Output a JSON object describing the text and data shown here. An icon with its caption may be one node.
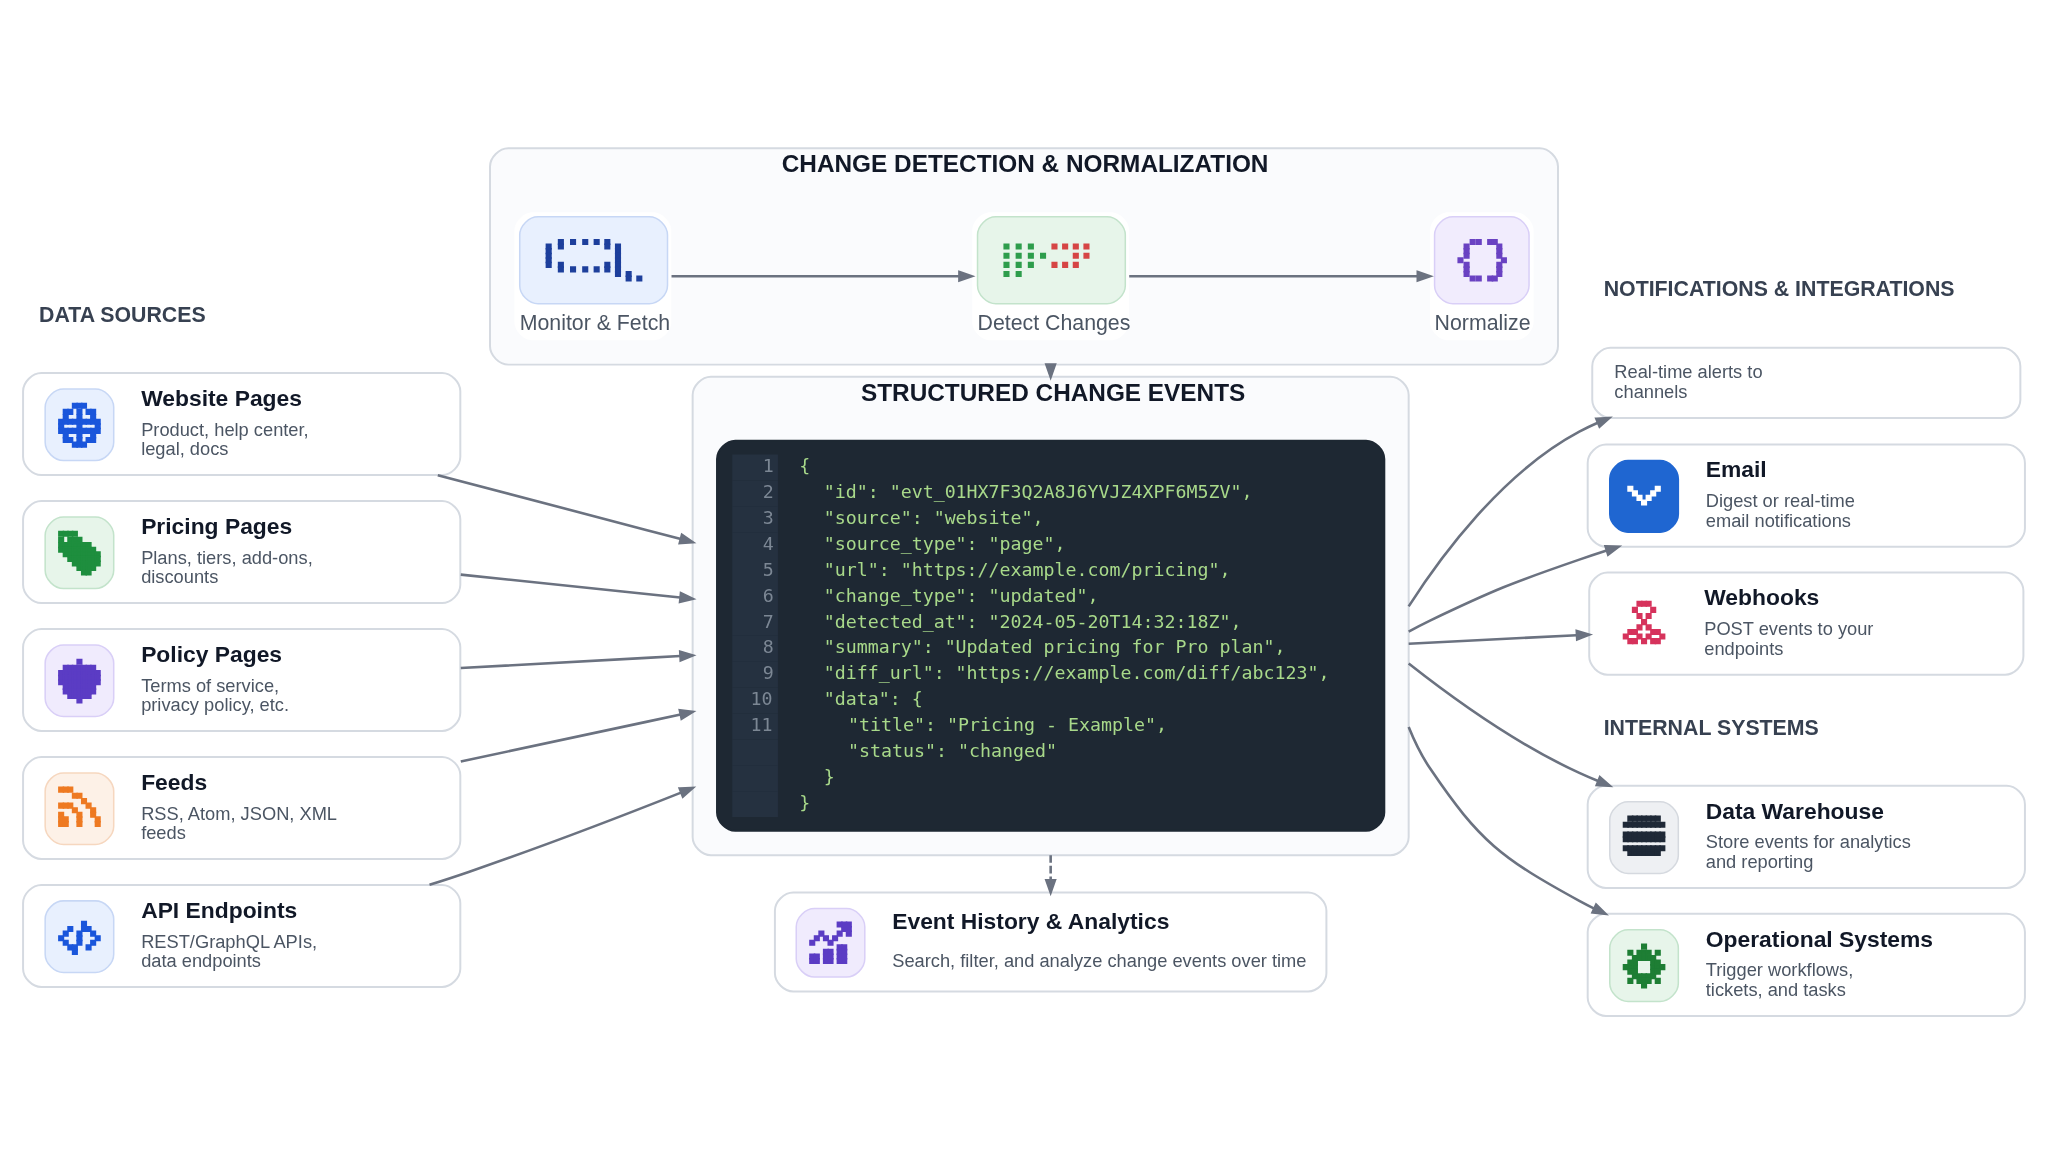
{
  "diagram": {
    "nodes": [
      {
        "text": [
          "Website Pages",
          "Product, help center, legal, docs"
        ]
      },
      {
        "text": [
          "Pricing Pages",
          "Plans, tiers, add-ons, discounts"
        ]
      },
      {
        "text": [
          "Policy Pages",
          "Terms of service, privacy policy, etc."
        ]
      },
      {
        "text": [
          "Feeds",
          "RSS, Atom, JSON, XML feeds"
        ]
      },
      {
        "text": [
          "API Endpoints",
          "REST/GraphQL APIs, data endpoints"
        ]
      },
      {
        "text": [
          "CHANGE DETECTION & NORMALIZATION"
        ]
      },
      {
        "text": [
          "Monitor & Fetch"
        ],
        "in": 5
      },
      {
        "text": [
          "Detect Changes"
        ],
        "in": 5
      },
      {
        "text": [
          "Normalize"
        ],
        "in": 5
      },
      {
        "text": [
          "STRUCTURED CHANGE EVENTS"
        ]
      },
      {
        "text": [
          "1 2 3 4 5 6 7 8 9 10 11",
          "{",
          "\"id\": \"evt_01HX7F3Q2A8J6YVJZ4XPF6M5ZV\",",
          "\"source\": \"website\",",
          "\"source_type\": \"page\",",
          "\"url\": \"https://example.com/pricing\",",
          "\"change_type\": \"updated\",",
          "\"detected_at\": \"2024-05-20T14:32:18Z\",",
          "\"summary\": \"Updated pricing for Pro plan\",",
          "\"diff_url\": \"https://example.com/diff/abc123\",",
          "\"data\": {",
          "\"title\": \"Pricing - Example\",",
          "\"status\": \"changed\"",
          "}",
          "}"
        ],
        "in": 9
      },
      {
        "text": [
          "Event History & Analytics",
          "Search, filter, and analyze change events over time"
        ]
      },
      {
        "text": [
          "Real-time alerts to channels"
        ]
      },
      {
        "text": [
          "Email",
          "Digest or real-time email notifications"
        ]
      },
      {
        "text": [
          "Webhooks",
          "POST events to your endpoints"
        ]
      },
      {
        "text": [
          "Data Warehouse",
          "Store events for analytics and reporting"
        ]
      },
      {
        "text": [
          "Operational Systems",
          "Trigger workflows, tickets, and tasks"
        ]
      }
    ],
    "edges": [
      {
        "from": 0,
        "to": 9,
        "arrow": "to"
      },
      {
        "from": 1,
        "to": 9,
        "arrow": "to"
      },
      {
        "from": 2,
        "to": 9,
        "arrow": "to"
      },
      {
        "from": 3,
        "to": 9,
        "arrow": "to"
      },
      {
        "from": 4,
        "to": 9,
        "arrow": "to"
      },
      {
        "from": 6,
        "to": 7,
        "arrow": "to"
      },
      {
        "from": 7,
        "to": 8,
        "arrow": "to"
      },
      {
        "from": 5,
        "to": 9,
        "arrow": "to"
      },
      {
        "from": 9,
        "to": 11,
        "arrow": "to",
        "style": "dashed"
      },
      {
        "from": 9,
        "to": 12,
        "arrow": "to"
      },
      {
        "from": 9,
        "to": 13,
        "arrow": "to"
      },
      {
        "from": 9,
        "to": 14,
        "arrow": "to"
      },
      {
        "from": 9,
        "to": 15,
        "arrow": "to"
      },
      {
        "from": 9,
        "to": 16,
        "arrow": "to"
      }
    ],
    "labels": [
      "DATA SOURCES",
      "NOTIFICATIONS & INTEGRATIONS",
      "INTERNAL SYSTEMS"
    ]
  }
}
